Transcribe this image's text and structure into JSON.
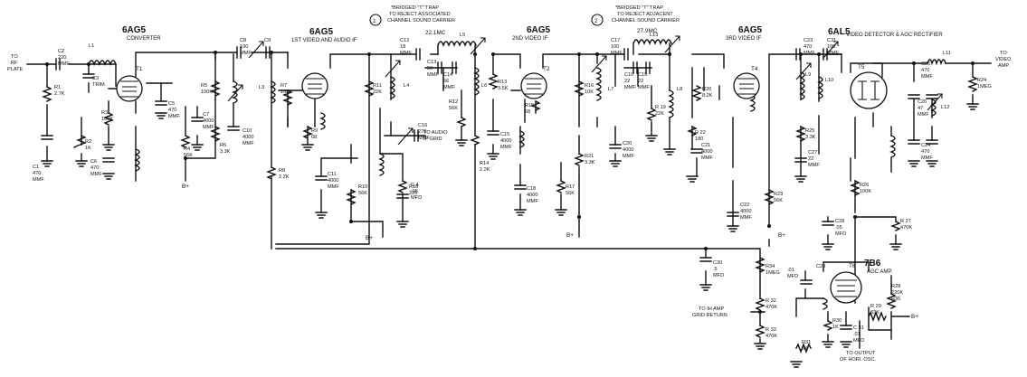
{
  "inputs": {
    "rf_plate": [
      "TO",
      "RF",
      "PLATE"
    ]
  },
  "outputs": {
    "video_amp": [
      "TO",
      "VIDEO",
      "AMP."
    ],
    "audio_grid": [
      "TO AUDIO",
      "IF GRID"
    ],
    "ih_return": [
      "TO IH AMP",
      "GRID RETURN"
    ],
    "hor_osc": [
      "TO OUTPUT",
      "OF HORI. OSC."
    ]
  },
  "supply": "B+",
  "tubes": [
    {
      "id": "T1",
      "type": "6AG5",
      "function": "CONVERTER"
    },
    {
      "id": "T2a",
      "type": "6AG5",
      "function": "1ST VIDEO AND AUDIO IF"
    },
    {
      "id": "T2",
      "type": "6AG5",
      "function": "2ND VIDEO IF"
    },
    {
      "id": "T4",
      "type": "6AG5",
      "function": "3RD VIDEO IF"
    },
    {
      "id": "T5",
      "type": "6AL5",
      "function": "VIDEO DETECTOR & AGC RECTIFIER"
    },
    {
      "id": "T6",
      "type": "7B6",
      "function": "AGC AMP."
    }
  ],
  "traps": [
    {
      "num": "1",
      "text": [
        "*BRIDGED \"T\" TRAP",
        "TO REJECT ASSOCIATED",
        "CHANNEL SOUND CARRIER"
      ],
      "freq": "22.1MC"
    },
    {
      "num": "2",
      "text": [
        "*BRIDGED \"T\" TRAP",
        "TO REJECT ADJACENT",
        "CHANNEL SOUND CARRIER"
      ],
      "freq": "27.9MC"
    }
  ],
  "components": {
    "C1": [
      "C1",
      "470",
      "MMF"
    ],
    "C2": [
      "C2",
      "220",
      "MMF"
    ],
    "C3": [
      "C3",
      "TRIM."
    ],
    "C5": [
      "C5",
      "470",
      "MMF"
    ],
    "C6": [
      "C6",
      "470",
      "MMF"
    ],
    "C7": [
      "C7",
      "4000",
      "MMF"
    ],
    "C8": [
      "C8",
      "100",
      "MMF"
    ],
    "C9": [
      "C9"
    ],
    "C10": [
      "C10",
      "4000",
      "MMF"
    ],
    "C11": [
      "C11",
      "4000",
      "MMF"
    ],
    "C12": [
      "C12",
      "18",
      "MMF"
    ],
    "C13": [
      "C13",
      "56",
      "MMF"
    ],
    "C14": [
      "C14",
      "56",
      "MMF"
    ],
    "C15": [
      "C15",
      "4000",
      "MMF"
    ],
    "C16": [
      "C16",
      "270",
      "MMF"
    ],
    "C17": [
      "C17",
      "100",
      "MMF"
    ],
    "C18": [
      "C18",
      "4000",
      "MMF"
    ],
    "C19": [
      "C19",
      "22",
      "MMF"
    ],
    "C20": [
      "C20",
      "4000",
      "MMF"
    ],
    "C21": [
      "C21",
      "4000",
      "MMF"
    ],
    "C22": [
      "C22",
      "4000",
      "MMF"
    ],
    "C23": [
      "C23",
      "470",
      "MMF"
    ],
    "C24": [
      "C24",
      "470",
      "MMF"
    ],
    "C25": [
      "C25",
      "470",
      "MMF"
    ],
    "C26": [
      "C26",
      "47",
      "MMF"
    ],
    "C27": [
      "C27",
      "22",
      "MMF"
    ],
    "C28": [
      "C28",
      ".05",
      "MFD"
    ],
    "C29": [
      "C29"
    ],
    "C30": [
      "C30",
      ".5",
      "MFD"
    ],
    "C31": [
      "C31",
      "100",
      "MMF"
    ],
    "C10b": [
      "C10",
      "22",
      "MMF"
    ],
    "C4": [
      "C 4",
      ".05",
      "MFD"
    ],
    "C31b": [
      "C 31",
      ".01",
      "MFD"
    ],
    "C29b": [
      ".01",
      "MFD"
    ],
    "R1": [
      "R1",
      "2.7K"
    ],
    "R2": [
      "R2",
      "1K"
    ],
    "R3": [
      "R3",
      "100K"
    ],
    "R4": [
      "R4",
      "56K"
    ],
    "R5": [
      "R5",
      "100K"
    ],
    "R6": [
      "R6",
      "3.3K"
    ],
    "R7": [
      "R7",
      "10K"
    ],
    "R8": [
      "R8",
      "2.2K"
    ],
    "R9": [
      "R9",
      "68"
    ],
    "R10": [
      "R10",
      "56K"
    ],
    "R11": [
      "R11",
      "22K"
    ],
    "R12": [
      "R12",
      "56K"
    ],
    "R13": [
      "R13",
      "3.5K"
    ],
    "R14": [
      "R14",
      "2.2K"
    ],
    "R15": [
      "R15",
      "68"
    ],
    "R16": [
      "R16",
      "10K"
    ],
    "R17": [
      "R17",
      "56K"
    ],
    "R18": [
      "R18",
      "220"
    ],
    "R19": [
      "R 19",
      "22K"
    ],
    "R20": [
      "R20",
      "8.2K"
    ],
    "R21": [
      "R21",
      "3.3K"
    ],
    "R22": [
      "R 22",
      "180"
    ],
    "R23": [
      "R23",
      "56K"
    ],
    "R24": [
      "R24",
      "1MEG"
    ],
    "R25": [
      "R25",
      "3.3K"
    ],
    "R26": [
      "R26",
      "100K"
    ],
    "R27": [
      "R 27",
      "470K"
    ],
    "R28": [
      "R28",
      "220K",
      "R35"
    ],
    "R29": [
      "R 29",
      "82K"
    ],
    "R30": [
      "R30",
      "1K"
    ],
    "R31": [
      "R31",
      "5K"
    ],
    "R32": [
      "R 32",
      "470K"
    ],
    "R33": [
      "R 33",
      "470K"
    ],
    "R34": [
      "R34",
      "1MEG"
    ],
    "L1": [
      "L1"
    ],
    "L3": [
      "L3"
    ],
    "L4": [
      "L4"
    ],
    "L5": [
      "L5"
    ],
    "L6": [
      "L6"
    ],
    "L7": [
      "L7"
    ],
    "L8": [
      "L8"
    ],
    "L9": [
      "L9"
    ],
    "L10": [
      "L10"
    ],
    "L11": [
      "L11"
    ],
    "L12": [
      "L12"
    ],
    "L13": [
      "L13"
    ]
  }
}
